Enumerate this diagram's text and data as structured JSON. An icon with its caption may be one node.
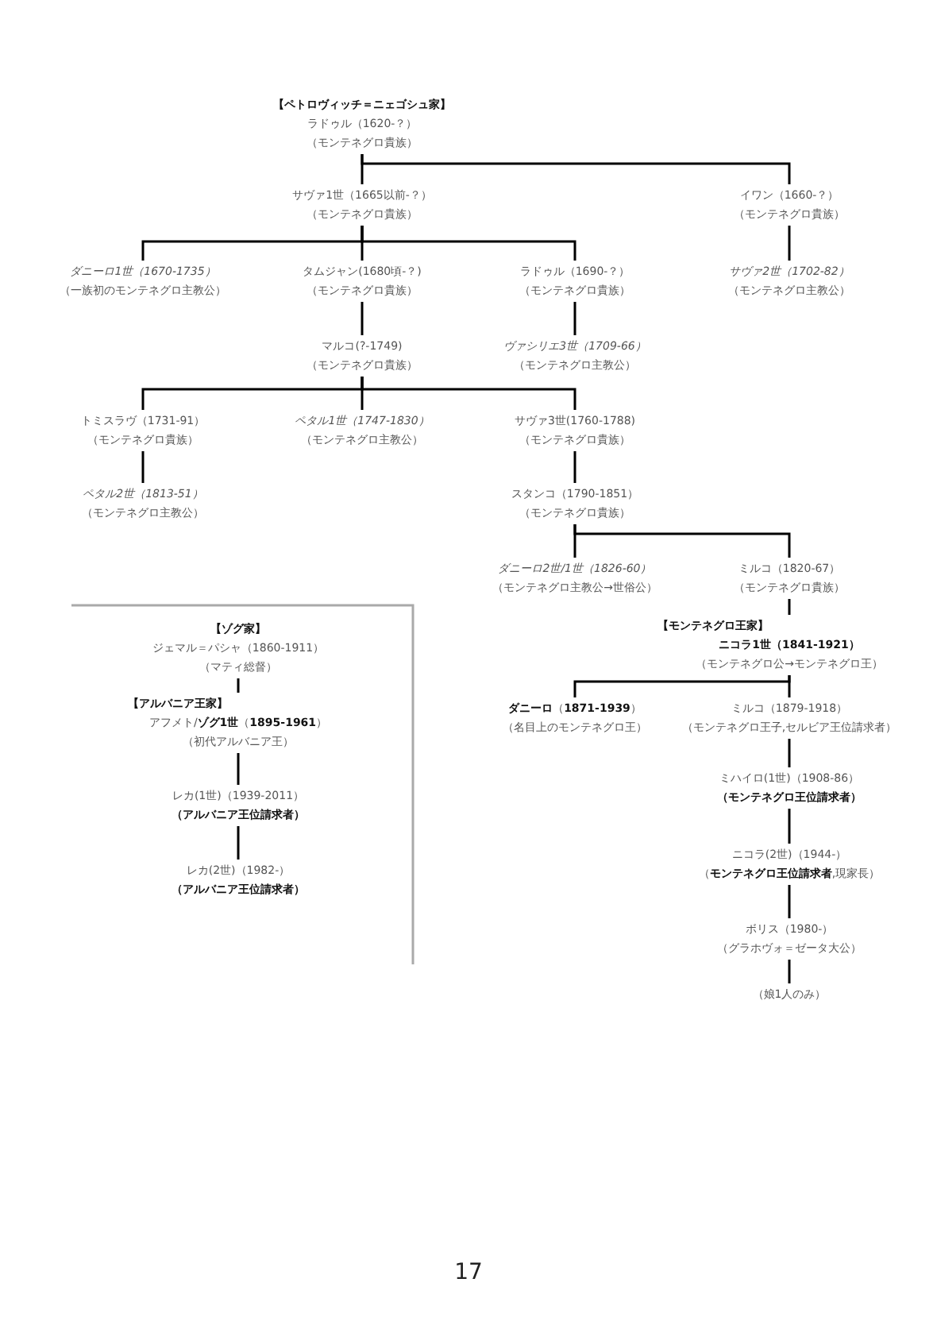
{
  "diagram": {
    "nodes": [
      {
        "text": [
          "【ペトロヴィッチ＝ニェゴシュ家】",
          "ラドゥル（1620-？）",
          "（モンテネグロ貴族）"
        ]
      },
      {
        "text": [
          "サヴァ1世（1665以前-？）",
          "（モンテネグロ貴族）"
        ]
      },
      {
        "text": [
          "イワン（1660-？）",
          "（モンテネグロ貴族）"
        ]
      },
      {
        "text": [
          "ダニーロ1世（1670-1735）",
          "（一族初のモンテネグロ主教公）"
        ]
      },
      {
        "text": [
          "タムジャン(1680頃-？)",
          "（モンテネグロ貴族）"
        ]
      },
      {
        "text": [
          "ラドゥル（1690-？）",
          "（モンテネグロ貴族）"
        ]
      },
      {
        "text": [
          "サヴァ2世（1702-82）",
          "（モンテネグロ主教公）"
        ]
      },
      {
        "text": [
          "マルコ(?-1749)",
          "（モンテネグロ貴族）"
        ]
      },
      {
        "text": [
          "ヴァシリエ3世（1709-66）",
          "（モンテネグロ主教公）"
        ]
      },
      {
        "text": [
          "トミスラヴ（1731-91）",
          "（モンテネグロ貴族）"
        ]
      },
      {
        "text": [
          "ペタル1世（1747-1830）",
          "（モンテネグロ主教公）"
        ]
      },
      {
        "text": [
          "サヴァ3世(1760-1788)",
          "（モンテネグロ貴族）"
        ]
      },
      {
        "text": [
          "ペタル2世（1813-51）",
          "（モンテネグロ主教公）"
        ]
      },
      {
        "text": [
          "スタンコ（1790-1851）",
          "（モンテネグロ貴族）"
        ]
      },
      {
        "text": [
          "ダニーロ2世/1世（1826-60）",
          "（モンテネグロ主教公→世俗公）"
        ]
      },
      {
        "text": [
          "ミルコ（1820-67）",
          "（モンテネグロ貴族）"
        ]
      },
      {
        "text": [
          "【モンテネグロ王家】",
          "ニコラ1世（1841-1921）",
          "（モンテネグロ公→モンテネグロ王）"
        ]
      },
      {
        "text": [
          "**ダニーロ**（**1871-1939**）",
          "（名目上のモンテネグロ王）"
        ]
      },
      {
        "text": [
          "ミルコ（1879-1918）",
          "（モンテネグロ王子,セルビア王位請求者）"
        ]
      },
      {
        "text": [
          "ミハイロ(1世)（1908-86）",
          "（モンテネグロ王位請求者）"
        ]
      },
      {
        "text": [
          "ニコラ(2世)（1944-）",
          "（**モンテネグロ王位請求者**,現家長）"
        ]
      },
      {
        "text": [
          "ボリス（1980-）",
          "（グラホヴォ＝ゼータ大公）"
        ]
      },
      {
        "text": [
          "（娘1人のみ）"
        ]
      },
      {
        "text": [
          "【ゾグ家】",
          "ジェマル＝パシャ（1860-1911）",
          "（マティ総督）"
        ]
      },
      {
        "text": [
          "【アルバニア王家】",
          "アフメト/**ゾグ1世**（**1895-1961**）",
          "（初代アルバニア王）"
        ]
      },
      {
        "text": [
          "レカ(1世)（1939-2011）",
          "（アルバニア王位請求者）"
        ]
      },
      {
        "text": [
          "レカ(2世)（1982-）",
          "（アルバニア王位請求者）"
        ]
      }
    ],
    "edges": [
      {
        "from": 0,
        "to": 1,
        "arrow": "none"
      },
      {
        "from": 0,
        "to": 2,
        "arrow": "none"
      },
      {
        "from": 1,
        "to": 3,
        "arrow": "none"
      },
      {
        "from": 1,
        "to": 4,
        "arrow": "none"
      },
      {
        "from": 1,
        "to": 5,
        "arrow": "none"
      },
      {
        "from": 2,
        "to": 6,
        "arrow": "none"
      },
      {
        "from": 4,
        "to": 7,
        "arrow": "none"
      },
      {
        "from": 5,
        "to": 8,
        "arrow": "none"
      },
      {
        "from": 7,
        "to": 9,
        "arrow": "none"
      },
      {
        "from": 7,
        "to": 10,
        "arrow": "none"
      },
      {
        "from": 7,
        "to": 11,
        "arrow": "none"
      },
      {
        "from": 9,
        "to": 12,
        "arrow": "none"
      },
      {
        "from": 11,
        "to": 13,
        "arrow": "none"
      },
      {
        "from": 13,
        "to": 14,
        "arrow": "none"
      },
      {
        "from": 13,
        "to": 15,
        "arrow": "none"
      },
      {
        "from": 15,
        "to": 16,
        "arrow": "none"
      },
      {
        "from": 16,
        "to": 17,
        "arrow": "none"
      },
      {
        "from": 16,
        "to": 18,
        "arrow": "none"
      },
      {
        "from": 18,
        "to": 19,
        "arrow": "none"
      },
      {
        "from": 19,
        "to": 20,
        "arrow": "none"
      },
      {
        "from": 20,
        "to": 21,
        "arrow": "none"
      },
      {
        "from": 21,
        "to": 22,
        "arrow": "none"
      },
      {
        "from": 23,
        "to": 24,
        "arrow": "none"
      },
      {
        "from": 24,
        "to": 25,
        "arrow": "none"
      },
      {
        "from": 25,
        "to": 26,
        "arrow": "none"
      }
    ],
    "labels": [
      "17"
    ]
  }
}
